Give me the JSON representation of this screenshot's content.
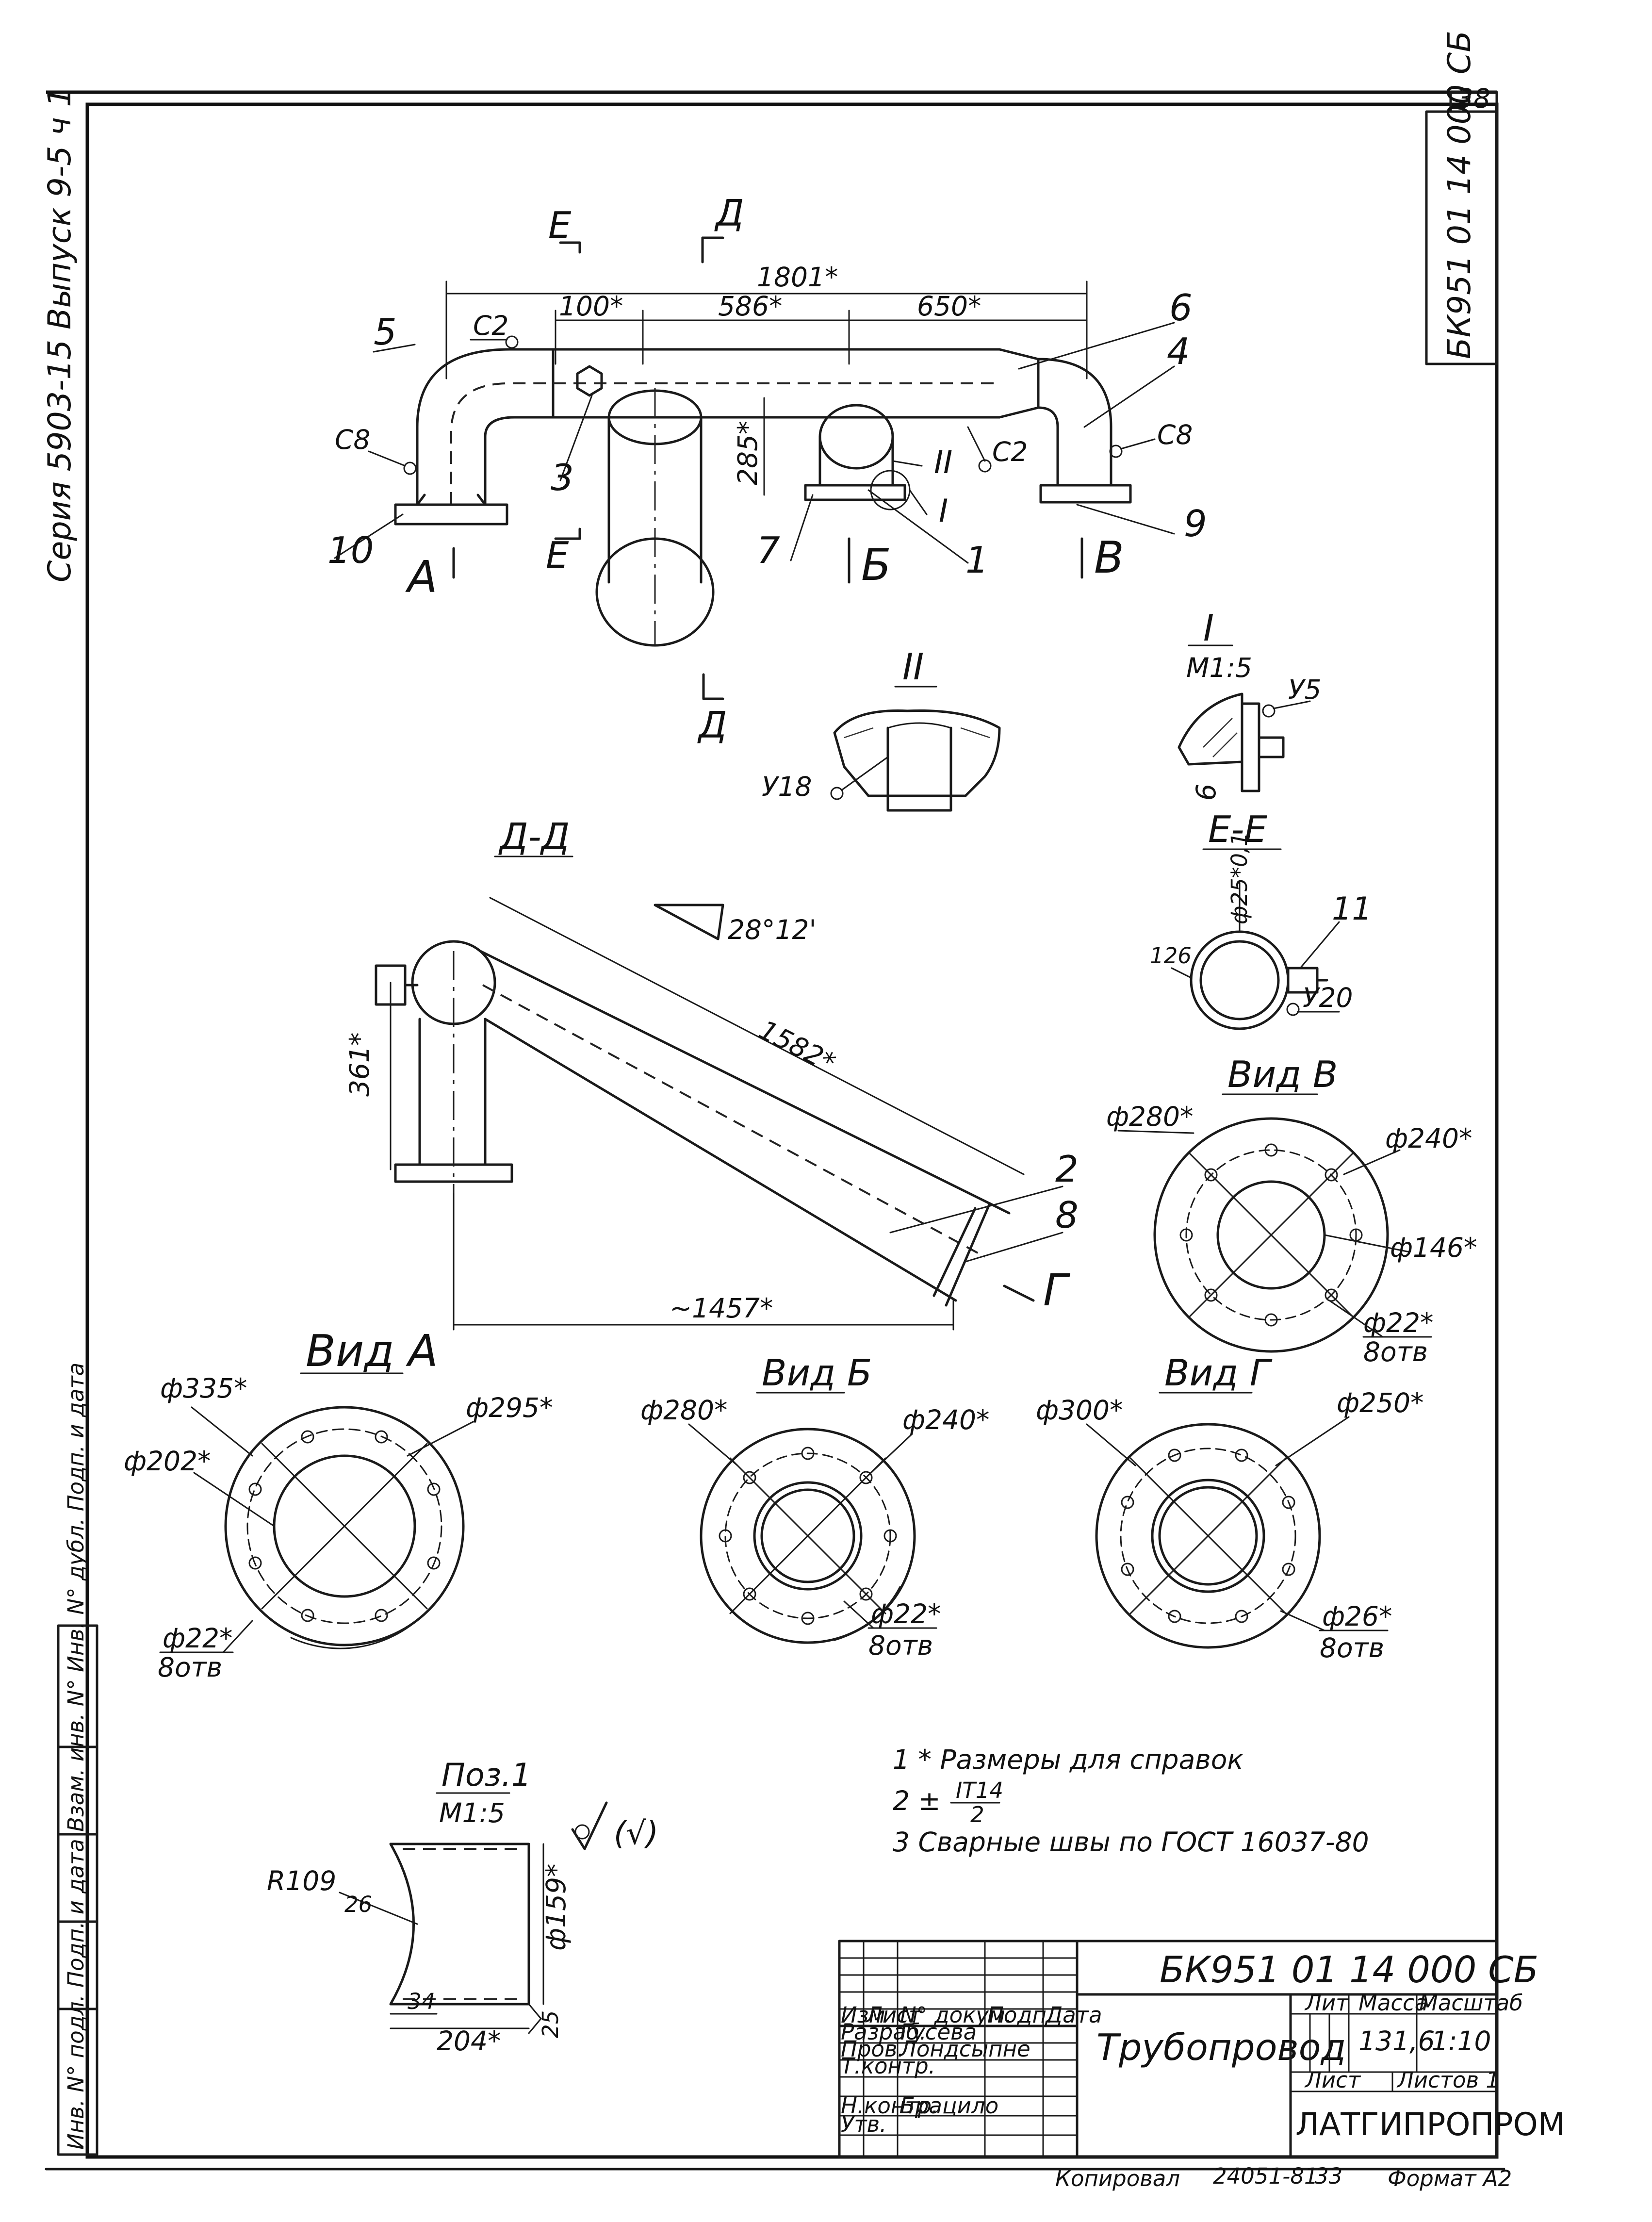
{
  "sheet": {
    "page_number": "38",
    "series_label": "Серия 5903-15 Выпуск 9-5 ч 1",
    "doc_code": "БК951 01 14 000 СБ",
    "doc_code_vertical": "БК951 01 14 000 СБ"
  },
  "views": {
    "section_e_top": "Е",
    "section_d_top": "Д",
    "section_e_bottom": "Е",
    "section_d_bottom": "Д",
    "view_a_marker": "А",
    "view_b_marker": "Б",
    "view_v_marker": "В",
    "view_g_marker": "Г",
    "detail_1_title": "I",
    "detail_1_scale": "М1:5",
    "detail_2_title": "II",
    "section_dd_title": "Д-Д",
    "section_ee_title": "Е-Е",
    "view_a_title": "Вид А",
    "view_b_title": "Вид Б",
    "view_v_title": "Вид В",
    "view_g_title": "Вид Г",
    "pos1_title": "Поз.1",
    "pos1_scale": "М1:5"
  },
  "dimensions": {
    "overall_length": "1801*",
    "d100": "100*",
    "d586": "586*",
    "d650": "650*",
    "d285": "285*",
    "dd_length": "1582*",
    "dd_horizontal": "~1457*",
    "dd_height": "361*",
    "dd_angle": "28°12'",
    "ee_dia": "ф25*0,1",
    "ee_126": "126",
    "pos1_r": "R109",
    "pos1_26": "26",
    "pos1_34": "34",
    "pos1_204": "204*",
    "pos1_dia": "ф159*",
    "pos1_25": "25",
    "view_a_d335": "ф335*",
    "view_a_d295": "ф295*",
    "view_a_d202": "ф202*",
    "view_a_holes": "ф22*",
    "view_a_holes_n": "8отв",
    "view_b_d280": "ф280*",
    "view_b_d240": "ф240*",
    "view_b_holes": "ф22*",
    "view_b_holes_n": "8отв",
    "view_v_d280": "ф280*",
    "view_v_d240": "ф240*",
    "view_v_d146": "ф146*",
    "view_v_holes": "ф22*",
    "view_v_holes_n": "8отв",
    "view_g_d300": "ф300*",
    "view_g_d250": "ф250*",
    "view_g_holes": "ф26*",
    "view_g_holes_n": "8отв"
  },
  "positions": [
    "1",
    "2",
    "3",
    "4",
    "5",
    "6",
    "7",
    "8",
    "9",
    "10",
    "11"
  ],
  "welds": {
    "c2_a": "С2",
    "c8_a": "С8",
    "c2_b": "С2",
    "c8_b": "С8",
    "y18": "У18",
    "y5": "У5",
    "y20": "У20",
    "detail1_6": "6"
  },
  "roughness": "(√)",
  "notes": [
    "1 * Размеры для справок",
    "2 ±",
    "IT14",
    "2",
    "3 Сварные швы по ГОСТ 16037-80"
  ],
  "title_block": {
    "doc_code": "БК951 01 14 000 СБ",
    "name": "Трубопровод",
    "mass": "131,6",
    "scale": "1:10",
    "col_lit": "Лит",
    "col_mass": "Масса",
    "col_scale": "Масштаб",
    "sheet": "Лист",
    "sheets": "Листов 1",
    "org": "ЛАТГИПРОПРОМ",
    "hdr_izm": "Изм",
    "hdr_list": "Лист",
    "hdr_doc": "N° докум.",
    "hdr_sign": "Подп.",
    "hdr_date": "Дата",
    "row_razrab": "Разраб.",
    "row_prov": "Пров.",
    "row_tkontr": "Т.контр.",
    "row_nkontr": "Н.контр.",
    "row_utv": "Утв.",
    "name_razrab": "Гусева",
    "name_prov": "Лондсыпне",
    "name_nkontr": "Брацило",
    "footer_copy": "Копировал",
    "footer_order": "24051-81",
    "footer_33": "33",
    "footer_format": "Формат А2"
  },
  "side_stamp": "Инв. N° подл.   Подп. и дата   Взам. инв. N°   Инв. N° дубл.   Подп. и дата"
}
